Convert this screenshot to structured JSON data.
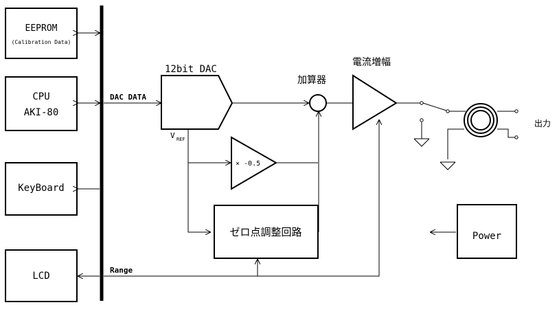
{
  "blocks": {
    "eeprom": {
      "title": "EEPROM",
      "subtitle": "(Calibration Data)"
    },
    "cpu": {
      "line1": "CPU",
      "line2": "AKI-80"
    },
    "keyboard": {
      "label": "KeyBoard"
    },
    "lcd": {
      "label": "LCD"
    },
    "dac": {
      "label": "12bit DAC",
      "vref_main": "V",
      "vref_sub": "REF"
    },
    "inverter": {
      "label": "× -0.5"
    },
    "zero_adjust": {
      "label": "ゼロ点調整回路"
    },
    "adder": {
      "label": "加算器"
    },
    "amplifier": {
      "label": "電流増幅"
    },
    "power": {
      "label": "Power"
    },
    "output": {
      "label": "出力"
    }
  },
  "signals": {
    "dac_data": "DAC DATA",
    "range": "Range"
  }
}
